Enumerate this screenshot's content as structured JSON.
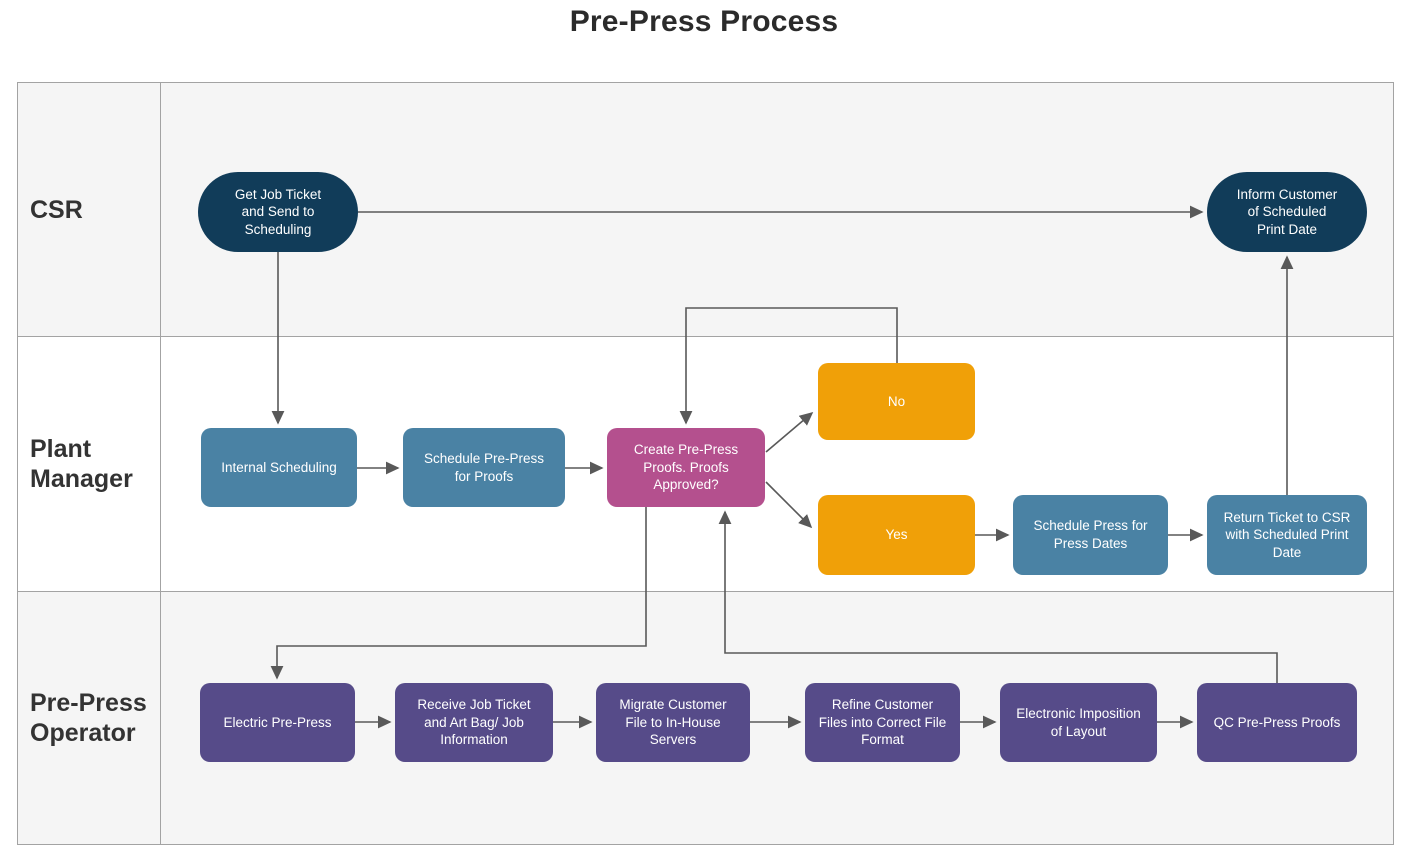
{
  "title": "Pre-Press Process",
  "colors": {
    "navy": "#113c59",
    "steel_blue": "#4a82a4",
    "magenta": "#b4508e",
    "orange": "#f0a008",
    "purple": "#564b89",
    "connector": "#595959",
    "lane_fill": "#f5f5f5",
    "grid_line": "#a3a3a3"
  },
  "lanes": [
    {
      "label": "CSR"
    },
    {
      "label": "Plant Manager"
    },
    {
      "label": "Pre-Press Operator"
    }
  ],
  "nodes": {
    "get_job_ticket": {
      "label": "Get Job Ticket and Send to Scheduling"
    },
    "inform_customer": {
      "label": "Inform Customer of Scheduled Print Date"
    },
    "internal_scheduling": {
      "label": "Internal Scheduling"
    },
    "schedule_prepress": {
      "label": "Schedule Pre-Press for Proofs"
    },
    "create_proofs": {
      "label": "Create Pre-Press Proofs. Proofs Approved?"
    },
    "no": {
      "label": "No"
    },
    "yes": {
      "label": "Yes"
    },
    "schedule_press": {
      "label": "Schedule Press for Press Dates"
    },
    "return_ticket": {
      "label": "Return Ticket to CSR with Scheduled Print Date"
    },
    "electric_prepress": {
      "label": "Electric Pre-Press"
    },
    "receive_job_ticket": {
      "label": "Receive Job Ticket and Art Bag/ Job Information"
    },
    "migrate_customer_file": {
      "label": "Migrate Customer File to In-House Servers"
    },
    "refine_customer_files": {
      "label": "Refine Customer Files into Correct File Format"
    },
    "electronic_imposition": {
      "label": "Electronic Imposition of Layout"
    },
    "qc_prepress_proofs": {
      "label": "QC Pre-Press Proofs"
    }
  }
}
